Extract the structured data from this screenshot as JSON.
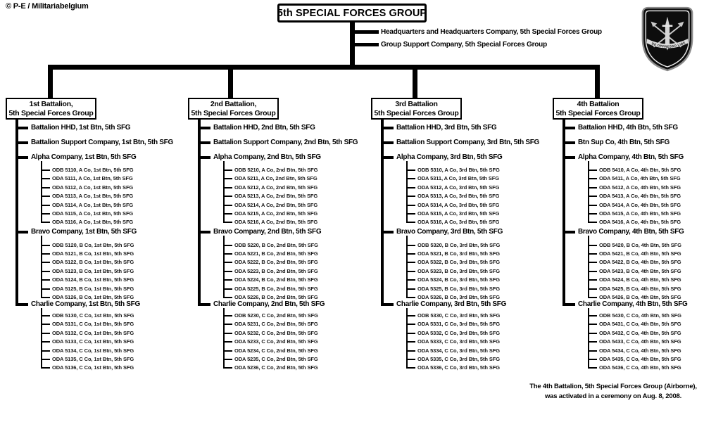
{
  "copyright": "© P-E / Militariabelgium",
  "title": "5th SPECIAL FORCES GROUP",
  "group_units": [
    "Headquarters and Headquarters Company,  5th Special Forces Group",
    "Group Support Company,  5th Special Forces Group"
  ],
  "logo": {
    "motto": "DE OPPRESSO LIBER"
  },
  "note": {
    "line1": "The 4th Battalion, 5th Special Forces Group (Airborne),",
    "line2": "was activated in a ceremony on Aug. 8, 2008."
  },
  "battalions": [
    {
      "box_line1": "1st Battalion,",
      "box_line2": "5th Special Forces Group",
      "hhd": "Battalion HHD, 1st Btn, 5th SFG",
      "support": "Battalion  Support Company, 1st Btn, 5th SFG",
      "companies": [
        {
          "label": "Alpha Company, 1st Btn, 5th SFG",
          "teams": [
            "ODB 5110, A Co, 1st Btn, 5th SFG",
            "ODA 5111, A Co, 1st Btn, 5th SFG",
            "ODA 5112, A Co, 1st Btn, 5th SFG",
            "ODA 5113, A Co, 1st Btn, 5th SFG",
            "ODA 5114, A Co, 1st Btn, 5th SFG",
            "ODA 5115, A Co, 1st Btn, 5th SFG",
            "ODA 5116, A Co, 1st Btn, 5th SFG"
          ]
        },
        {
          "label": "Bravo Company, 1st Btn, 5th SFG",
          "teams": [
            "ODB 5120, B Co, 1st Btn, 5th SFG",
            "ODA 5121, B Co, 1st Btn, 5th SFG",
            "ODA 5122, B Co, 1st Btn, 5th SFG",
            "ODA 5123, B Co, 1st Btn, 5th SFG",
            "ODA 5124, B Co, 1st Btn, 5th SFG",
            "ODA 5125, B Co, 1st Btn, 5th SFG",
            "ODA 5126, B Co, 1st Btn, 5th SFG"
          ]
        },
        {
          "label": "Charlie Company, 1st Btn, 5th SFG",
          "teams": [
            "ODB 5130, C Co, 1st Btn, 5th SFG",
            "ODA 5131, C Co, 1st Btn, 5th SFG",
            "ODA 5132, C Co, 1st Btn, 5th SFG",
            "ODA 5133, C Co, 1st Btn, 5th SFG",
            "ODA 5134, C Co, 1st Btn, 5th SFG",
            "ODA 5135, C Co, 1st Btn, 5th SFG",
            "ODA 5136, C Co, 1st Btn, 5th SFG"
          ]
        }
      ]
    },
    {
      "box_line1": "2nd Battalion,",
      "box_line2": "5th Special Forces Group",
      "hhd": "Battalion HHD, 2nd Btn, 5th SFG",
      "support": "Battalion  Support Company, 2nd Btn, 5th SFG",
      "companies": [
        {
          "label": "Alpha Company, 2nd Btn, 5th SFG",
          "teams": [
            "ODB 5210, A Co, 2nd Btn, 5th SFG",
            "ODA 5211, A Co, 2nd Btn, 5th SFG",
            "ODA 5212, A Co, 2nd Btn, 5th SFG",
            "ODA 5213, A Co, 2nd Btn, 5th SFG",
            "ODA 5214, A Co, 2nd Btn, 5th SFG",
            "ODA 5215, A Co, 2nd Btn, 5th SFG",
            "ODA 5216, A Co, 2nd Btn, 5th SFG"
          ]
        },
        {
          "label": "Bravo Company, 2nd Btn, 5th SFG",
          "teams": [
            "ODB 5220, B Co, 2nd Btn, 5th SFG",
            "ODA 5221, B Co, 2nd Btn, 5th SFG",
            "ODA 5222, B Co, 2nd Btn, 5th SFG",
            "ODA 5223, B Co, 2nd Btn, 5th SFG",
            "ODA 5224, B Co, 2nd Btn, 5th SFG",
            "ODA 5225, B Co, 2nd Btn, 5th SFG",
            "ODA 5226, B Co, 2nd Btn, 5th SFG"
          ]
        },
        {
          "label": "Charlie Company, 2nd Btn, 5th SFG",
          "teams": [
            "ODB 5230, C Co, 2nd Btn, 5th SFG",
            "ODA 5231, C Co, 2nd Btn, 5th SFG",
            "ODA 5232, C Co, 2nd Btn, 5th SFG",
            "ODA 5233, C Co, 2nd Btn, 5th SFG",
            "ODA 5234, C Co, 2nd Btn, 5th SFG",
            "ODA 5235, C Co, 2nd Btn, 5th SFG",
            "ODA 5236, C Co, 2nd Btn, 5th SFG"
          ]
        }
      ]
    },
    {
      "box_line1": "3rd Battalion",
      "box_line2": "5th Special Forces Group",
      "hhd": "Battalion HHD,  3rd Btn, 5th SFG",
      "support": "Battalion  Support Company, 3rd Btn,  5th SFG",
      "companies": [
        {
          "label": "Alpha Company, 3rd Btn, 5th SFG",
          "teams": [
            "ODB 5310, A Co, 3rd Btn, 5th SFG",
            "ODA 5311, A Co, 3rd Btn, 5th SFG",
            "ODA 5312, A Co, 3rd Btn, 5th SFG",
            "ODA 5313, A Co, 3rd Btn, 5th SFG",
            "ODA 5314, A Co, 3rd Btn, 5th SFG",
            "ODA 5315, A Co, 3rd Btn, 5th SFG",
            "ODA 5316, A Co, 3rd Btn, 5th SFG"
          ]
        },
        {
          "label": "Bravo Company, 3rd Btn, 5th SFG",
          "teams": [
            "ODB 5320, B Co, 3rd Btn, 5th SFG",
            "ODA 5321, B Co, 3rd Btn, 5th SFG",
            "ODA 5322, B Co, 3rd Btn, 5th SFG",
            "ODA 5323, B Co, 3rd Btn, 5th SFG",
            "ODA 5324, B Co, 3rd Btn, 5th SFG",
            "ODA 5325, B Co, 3rd Btn, 5th SFG",
            "ODA 5326, B Co, 3rd Btn, 5th SFG"
          ]
        },
        {
          "label": "Charlie Company, 3rd Btn, 5th SFG",
          "teams": [
            "ODB 5330, C Co, 3rd Btn, 5th SFG",
            "ODA 5331, C Co, 3rd Btn, 5th SFG",
            "ODA 5332, C Co, 3rd Btn, 5th SFG",
            "ODA 5333, C Co, 3rd Btn, 5th SFG",
            "ODA 5334, C Co, 3rd Btn, 5th SFG",
            "ODA 5335, C Co, 3rd Btn, 5th SFG",
            "ODA 5336, C Co, 3rd Btn, 5th SFG"
          ]
        }
      ]
    },
    {
      "box_line1": "4th Battalion",
      "box_line2": "5th Special Forces Group",
      "hhd": "Battalion HHD, 4th Btn, 5th SFG",
      "support": "Btn  Sup Co, 4th Btn, 5th SFG",
      "companies": [
        {
          "label": "Alpha Company, 4th Btn, 5th SFG",
          "teams": [
            "ODB 5410, A Co, 4th Btn, 5th SFG",
            "ODA 5411, A Co, 4th Btn, 5th SFG",
            "ODA 5412, A Co, 4th Btn, 5th SFG",
            "ODA 5413, A Co, 4th Btn, 5th SFG",
            "ODA 5414, A Co, 4th Btn, 5th SFG",
            "ODA 5415, A Co, 4th Btn, 5th SFG",
            "ODA 5416, A Co, 4th Btn, 5th SFG"
          ]
        },
        {
          "label": "Bravo Company, 4th Btn, 5th SFG",
          "teams": [
            "ODB 5420, B Co, 4th Btn, 5th SFG",
            "ODA 5421, B Co, 4th Btn, 5th SFG",
            "ODA 5422, B Co, 4th Btn, 5th SFG",
            "ODA 5423, B Co, 4th Btn, 5th SFG",
            "ODA 5424, B Co, 4th Btn, 5th SFG",
            "ODA 5425, B Co, 4th Btn, 5th SFG",
            "ODA 5426, B Co, 4th Btn, 5th SFG"
          ]
        },
        {
          "label": "Charlie Company, 4th Btn, 5th SFG",
          "teams": [
            "ODB 5430, C Co, 4th Btn, 5th SFG",
            "ODA 5431, C Co, 4th Btn, 5th SFG",
            "ODA 5432, C Co, 4th Btn, 5th SFG",
            "ODA 5433, C Co, 4th Btn, 5th SFG",
            "ODA 5434, C Co, 4th Btn, 5th SFG",
            "ODA 5435, C Co, 4th Btn, 5th SFG",
            "ODA 5436, C Co, 4th Btn, 5th SFG"
          ]
        }
      ]
    }
  ]
}
